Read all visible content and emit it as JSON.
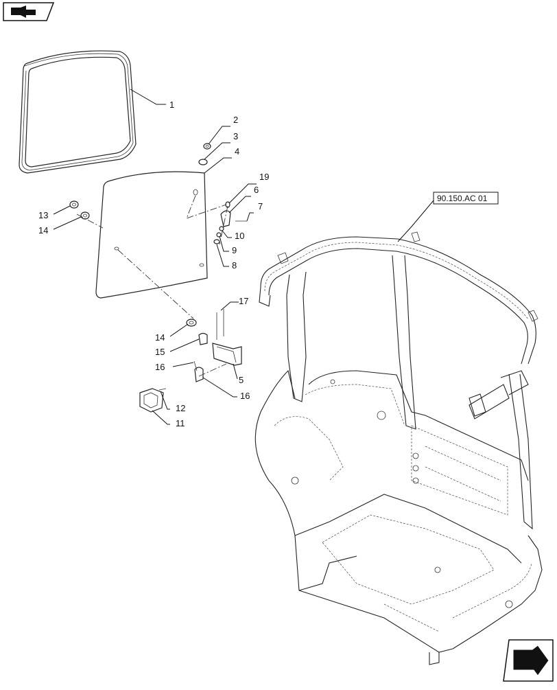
{
  "diagram": {
    "reference_label": "90.150.AC 01",
    "callouts": [
      {
        "id": "c1",
        "text": "1"
      },
      {
        "id": "c2",
        "text": "2"
      },
      {
        "id": "c3",
        "text": "3"
      },
      {
        "id": "c4",
        "text": "4"
      },
      {
        "id": "c19",
        "text": "19"
      },
      {
        "id": "c6",
        "text": "6"
      },
      {
        "id": "c7",
        "text": "7"
      },
      {
        "id": "c10",
        "text": "10"
      },
      {
        "id": "c9",
        "text": "9"
      },
      {
        "id": "c8",
        "text": "8"
      },
      {
        "id": "c13",
        "text": "13"
      },
      {
        "id": "c14a",
        "text": "14"
      },
      {
        "id": "c17",
        "text": "17"
      },
      {
        "id": "c14b",
        "text": "14"
      },
      {
        "id": "c15",
        "text": "15"
      },
      {
        "id": "c16a",
        "text": "16"
      },
      {
        "id": "c5",
        "text": "5"
      },
      {
        "id": "c16b",
        "text": "16"
      },
      {
        "id": "c12",
        "text": "12"
      },
      {
        "id": "c11",
        "text": "11"
      }
    ],
    "icons": {
      "top_left": "book-arrow-icon",
      "bottom_right": "next-page-arrow-icon"
    }
  }
}
